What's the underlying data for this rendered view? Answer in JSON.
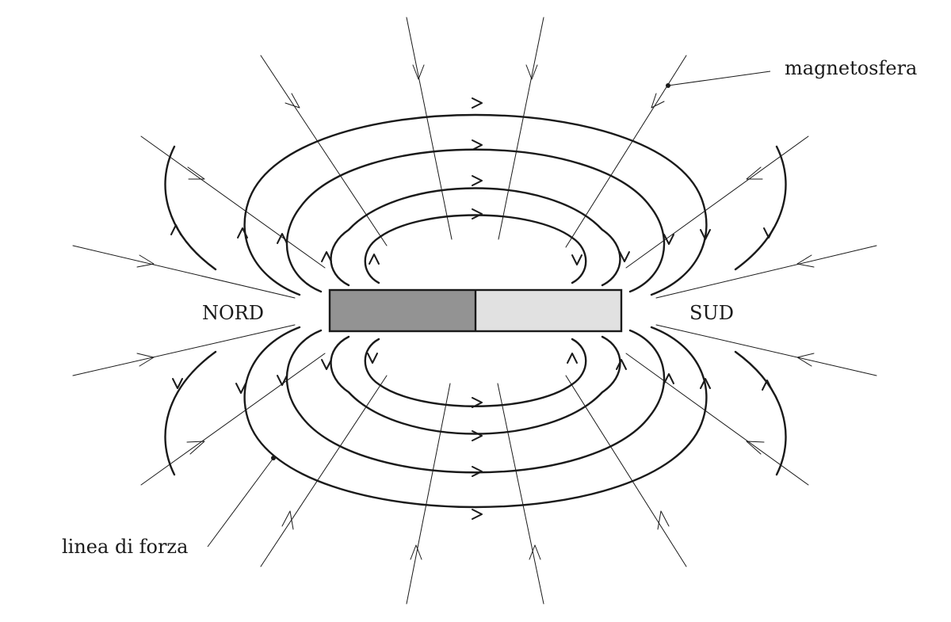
{
  "labels": {
    "north": "NORD",
    "south": "SUD",
    "magnetosphere": "magnetosfera",
    "field_line": "linea di forza"
  },
  "colors": {
    "ink": "#1a1a1a",
    "north_pole_fill": "#939393",
    "south_pole_fill": "#e1e1e1",
    "background": "#ffffff"
  }
}
